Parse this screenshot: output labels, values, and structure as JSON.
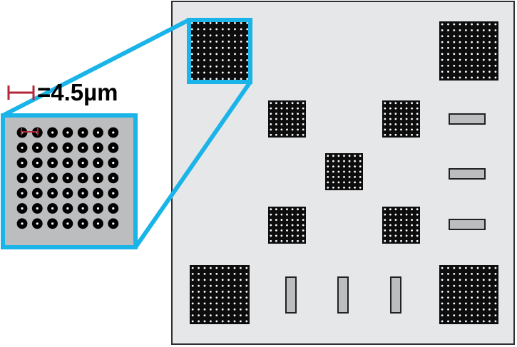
{
  "scale": {
    "label": "=4.5µm",
    "bar_color": "#b2283a"
  },
  "colors": {
    "highlight": "#1ab4e8",
    "substrate": "#e6e7e9",
    "substrate_border": "#303030",
    "inset_background": "#bcbdbf",
    "array_fill": "#0d0d0d",
    "hole": "#ffffff",
    "pad_fill": "#bcbdbf",
    "pad_border": "#222222"
  },
  "inset": {
    "grid_rows": 7,
    "grid_cols": 7
  }
}
